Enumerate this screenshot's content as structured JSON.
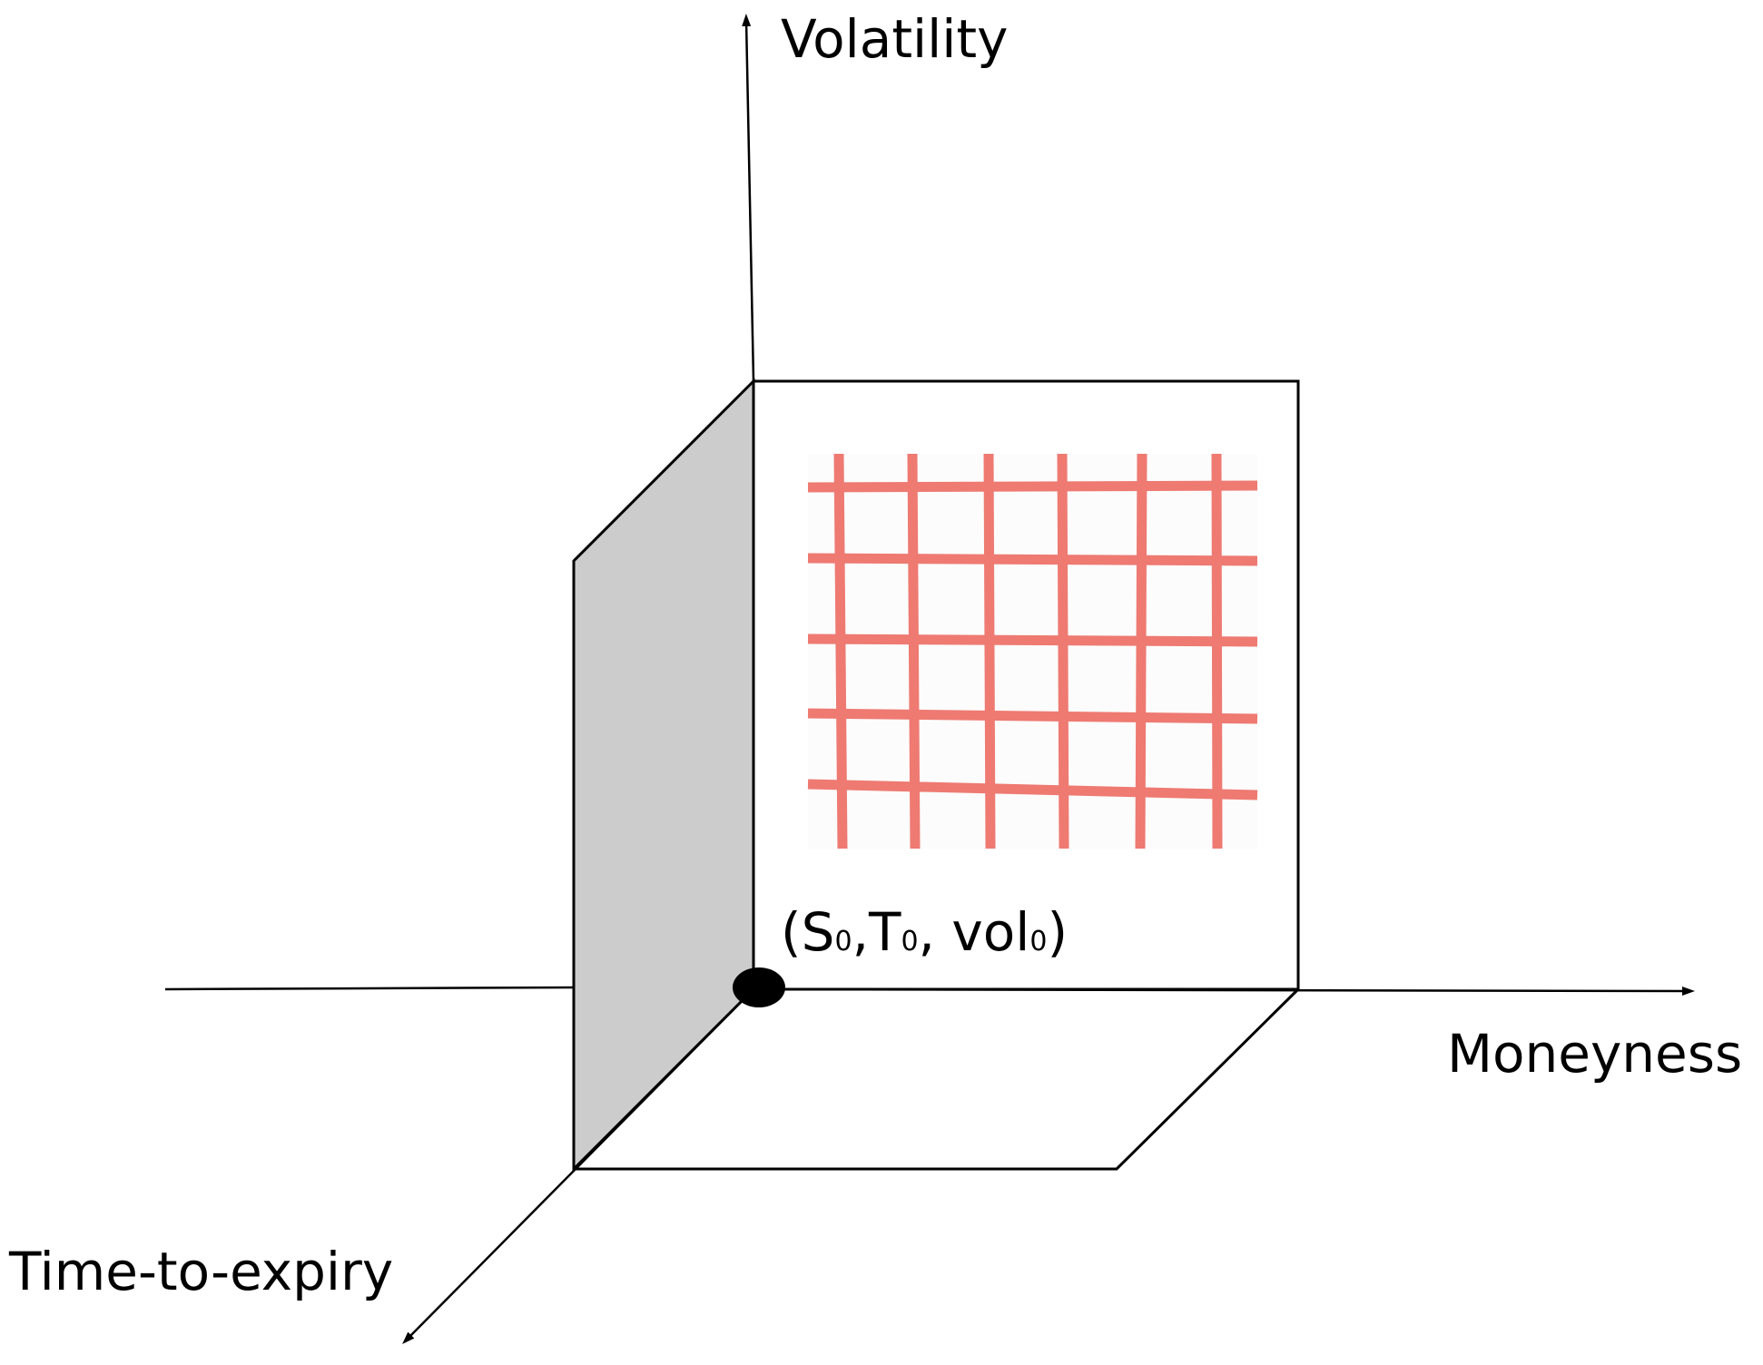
{
  "axes": {
    "volatility": "Volatility",
    "moneyness": "Moneyness",
    "time_to_expiry": "Time-to-expiry"
  },
  "origin_point": {
    "open_paren": "(",
    "s": "S",
    "s_sub": "0",
    "sep1": ",",
    "t": "T",
    "t_sub": "0",
    "sep2": ", ",
    "vol": "vol",
    "vol_sub": "0",
    "close_paren": ")"
  },
  "colors": {
    "grid": "#ee7a72",
    "side_panel": "#cccccc",
    "lines": "#000000",
    "origin_dot": "#000000"
  },
  "grid": {
    "columns": 6,
    "rows": 5
  }
}
